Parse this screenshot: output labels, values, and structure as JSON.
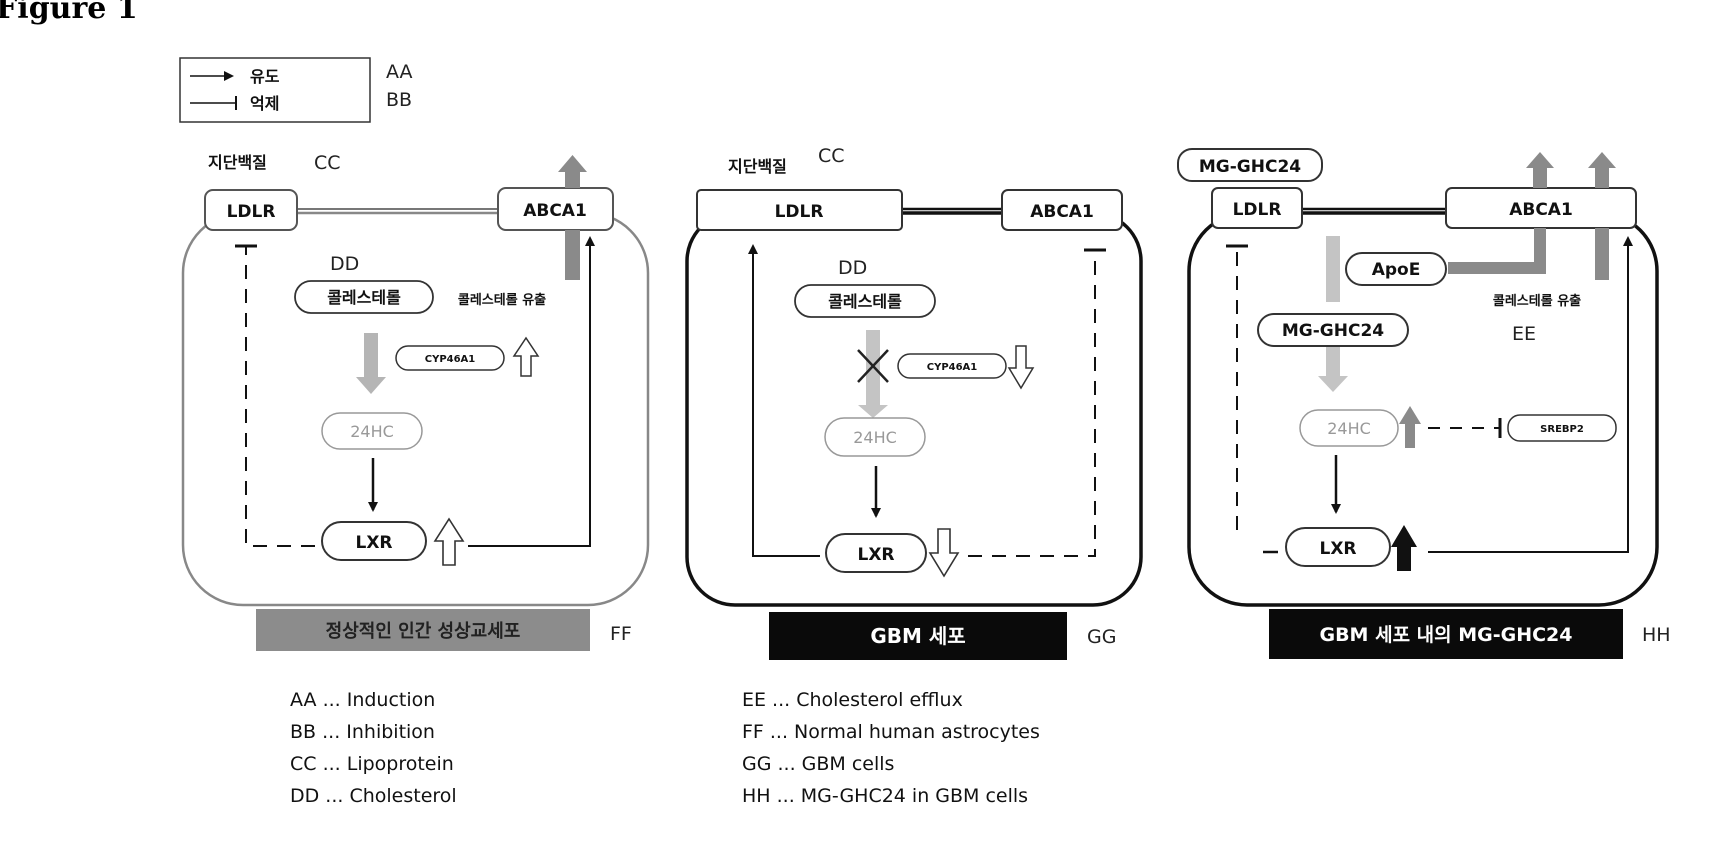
{
  "figure_title": "Figure 1",
  "legend": {
    "induction_label": "유도",
    "inhibition_label": "억제",
    "induction_code": "AA",
    "inhibition_code": "BB"
  },
  "panels": [
    {
      "lipoprotein_label": "지단백질",
      "lipoprotein_code": "CC",
      "ldlr": "LDLR",
      "abca1": "ABCA1",
      "cholesterol_code": "DD",
      "cholesterol": "콜레스테롤",
      "efflux_label": "콜레스테롤 유출",
      "cyp46a1": "CYP46A1",
      "hc24": "24HC",
      "lxr": "LXR",
      "caption": "정상적인 인간 성상교세포",
      "caption_code": "FF"
    },
    {
      "lipoprotein_label": "지단백질",
      "lipoprotein_code": "CC",
      "ldlr": "LDLR",
      "abca1": "ABCA1",
      "cholesterol_code": "DD",
      "cholesterol": "콜레스테롤",
      "cyp46a1": "CYP46A1",
      "hc24": "24HC",
      "lxr": "LXR",
      "caption": "GBM 세포",
      "caption_code": "GG"
    },
    {
      "mg_top": "MG-GHC24",
      "ldlr": "LDLR",
      "abca1": "ABCA1",
      "apoe": "ApoE",
      "efflux_label": "콜레스테롤 유출",
      "efflux_code": "EE",
      "mg_inner": "MG-GHC24",
      "hc24": "24HC",
      "srebp2": "SREBP2",
      "lxr": "LXR",
      "caption": "GBM 세포 내의 MG-GHC24",
      "caption_code": "HH"
    }
  ],
  "key_list_left": [
    "AA ... Induction",
    "BB ... Inhibition",
    "CC ... Lipoprotein",
    "DD ... Cholesterol"
  ],
  "key_list_right": [
    "EE ... Cholesterol efflux",
    "FF ... Normal human astrocytes",
    "GG ... GBM cells",
    "HH ... MG-GHC24 in GBM cells"
  ]
}
